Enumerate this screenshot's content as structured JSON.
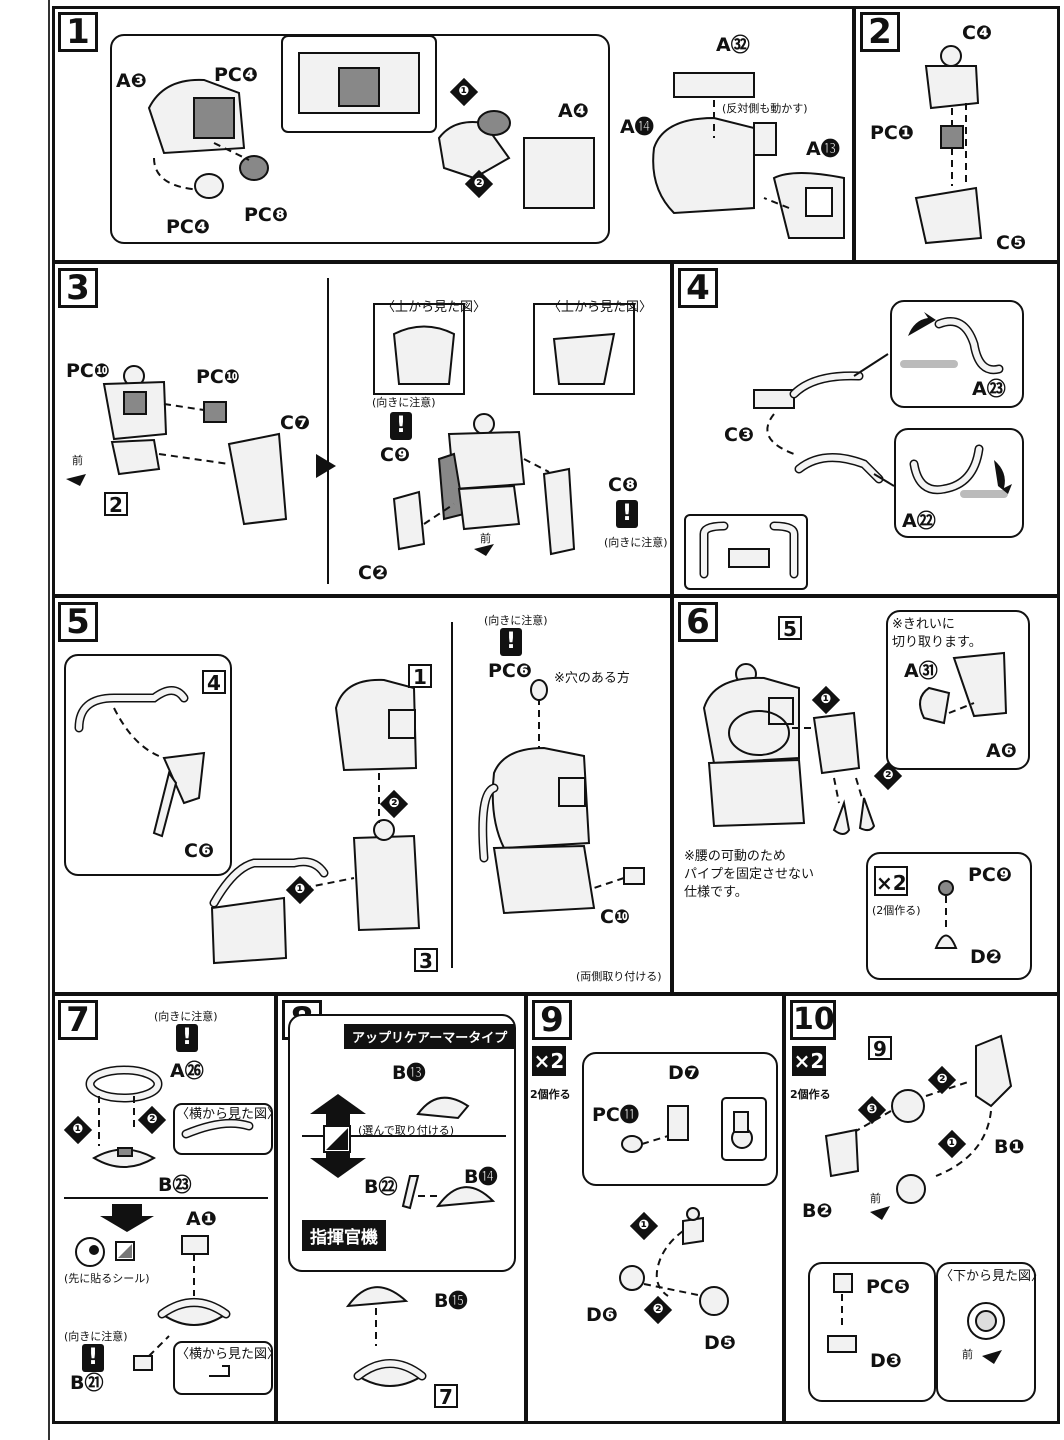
{
  "steps": {
    "s1": {
      "num": "1",
      "labels": [
        "A❸",
        "PC❹",
        "PC❹",
        "PC❽",
        "A❹",
        "A㉜",
        "A⓮",
        "A⓭"
      ],
      "note": "(反対側も動かす)",
      "order": [
        "❶",
        "❷"
      ]
    },
    "s2": {
      "num": "2",
      "labels": [
        "C❹",
        "PC❶",
        "C❺"
      ]
    },
    "s3": {
      "num": "3",
      "labels": [
        "PC❿",
        "PC❿",
        "C❼",
        "C❾",
        "C❷",
        "C❽"
      ],
      "views": [
        "〈上から見た図〉",
        "〈上から見た図〉"
      ],
      "caution": "(向きに注意)",
      "front": "前",
      "ref": "2"
    },
    "s4": {
      "num": "4",
      "labels": [
        "C❸",
        "A㉓",
        "A㉒"
      ]
    },
    "s5": {
      "num": "5",
      "labels": [
        "C❻",
        "PC❻",
        "C❿"
      ],
      "refs": [
        "4",
        "1",
        "3"
      ],
      "caution": "(向きに注意)",
      "hole": "※穴のある方",
      "both": "(両側取り付ける)",
      "order": [
        "❶",
        "❷"
      ]
    },
    "s6": {
      "num": "6",
      "labels": [
        "A㉛",
        "A❻",
        "PC❾",
        "D❷"
      ],
      "ref": "5",
      "cut_note": "※きれいに\n切り取ります。",
      "waist_note": "※腰の可動のため\nパイプを固定させない\n仕様です。",
      "x2": "×2",
      "make2": "(2個作る)",
      "order": [
        "❶",
        "❷"
      ]
    },
    "s7": {
      "num": "7",
      "labels": [
        "A㉖",
        "B㉓",
        "A❶",
        "B㉑"
      ],
      "caution": "(向きに注意)",
      "side_view": "〈横から見た図〉",
      "sticker": "(先に貼るシール)",
      "order": [
        "❶",
        "❷"
      ]
    },
    "s8": {
      "num": "8",
      "banner_top": "アップリケアーマータイプ",
      "banner_bottom": "指揮官機",
      "labels": [
        "B⓭",
        "B㉒",
        "B⓮",
        "B⓯"
      ],
      "choose": "(選んで取り付ける)",
      "ref": "7"
    },
    "s9": {
      "num": "9",
      "x2": "×2",
      "make2": "2個作る",
      "labels": [
        "D❼",
        "PC⓫",
        "D❻",
        "D❺"
      ],
      "order": [
        "❶",
        "❷"
      ]
    },
    "s10": {
      "num": "10",
      "x2": "×2",
      "make2": "2個作る",
      "labels": [
        "B❶",
        "B❷",
        "PC❺",
        "D❸"
      ],
      "ref": "9",
      "front": "前",
      "bottom_view": "〈下から見た図〉",
      "order": [
        "❶",
        "❷",
        "❸"
      ]
    }
  }
}
